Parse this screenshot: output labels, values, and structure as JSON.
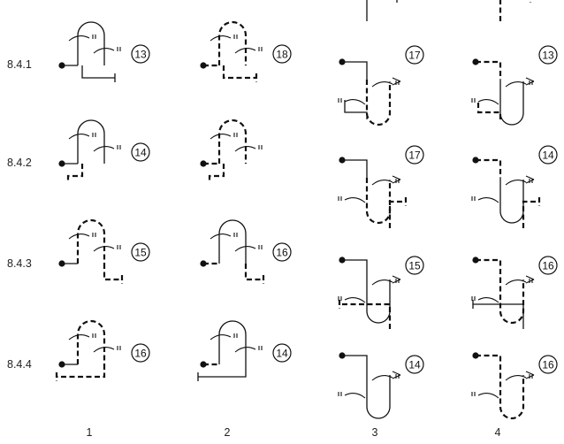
{
  "row_labels": [
    "8.4.1",
    "8.4.2",
    "8.4.3",
    "8.4.4"
  ],
  "column_labels": [
    "1",
    "2",
    "3",
    "4"
  ],
  "figures": [
    {
      "row": "8.4.1",
      "column": "1",
      "number": "13"
    },
    {
      "row": "8.4.1",
      "column": "2",
      "number": "18"
    },
    {
      "row": "8.4.1",
      "column": "3",
      "number": "17"
    },
    {
      "row": "8.4.1",
      "column": "4",
      "number": "13"
    },
    {
      "row": "8.4.2",
      "column": "1",
      "number": "14"
    },
    {
      "row": "8.4.2",
      "column": "2",
      "number": ""
    },
    {
      "row": "8.4.2",
      "column": "3",
      "number": "17"
    },
    {
      "row": "8.4.2",
      "column": "4",
      "number": "14"
    },
    {
      "row": "8.4.3",
      "column": "1",
      "number": "15"
    },
    {
      "row": "8.4.3",
      "column": "2",
      "number": "16"
    },
    {
      "row": "8.4.3",
      "column": "3",
      "number": "15"
    },
    {
      "row": "8.4.3",
      "column": "4",
      "number": "16"
    },
    {
      "row": "8.4.4",
      "column": "1",
      "number": "16"
    },
    {
      "row": "8.4.4",
      "column": "2",
      "number": "14"
    },
    {
      "row": "8.4.4",
      "column": "3",
      "number": "14"
    },
    {
      "row": "8.4.4",
      "column": "4",
      "number": "16"
    }
  ]
}
